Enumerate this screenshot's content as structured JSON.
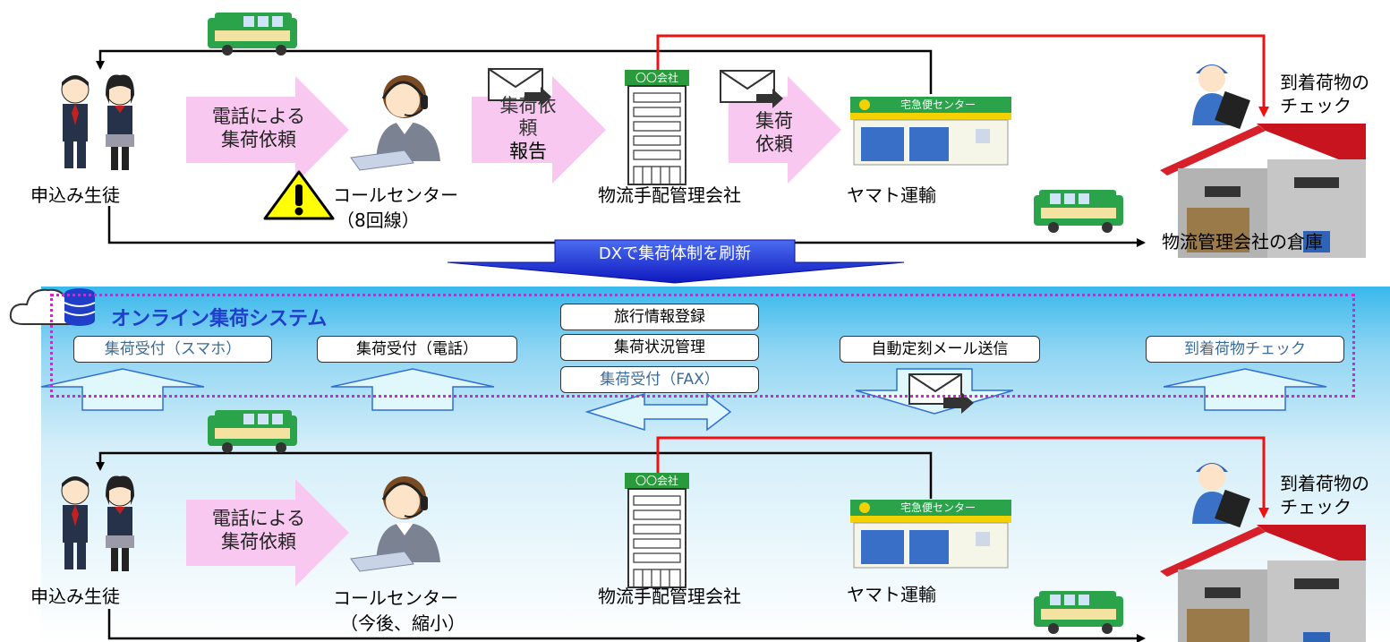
{
  "top_flow": {
    "students_label": "申込み生徒",
    "phone_request": [
      "電話による",
      "集荷依頼"
    ],
    "call_center": "コールセンター",
    "call_center_lines": "（8回線）",
    "pickup_request_report": [
      "集荷依",
      "頼",
      "報告"
    ],
    "logistics_company": "物流手配管理会社",
    "building_sign": "〇〇会社",
    "pickup_request": [
      "集荷",
      "依頼"
    ],
    "yamato": "ヤマト運輸",
    "arrival_check": [
      "到着荷物の",
      "チェック"
    ],
    "warehouse": "物流管理会社の倉庫",
    "shop_sign": "宅急便センター"
  },
  "banner": {
    "label": "DXで集荷体制を刷新"
  },
  "system": {
    "title": "オンライン集荷システム",
    "boxes": {
      "smartphone": "集荷受付（スマホ）",
      "phone": "集荷受付（電話）",
      "travel_info": "旅行情報登録",
      "status": "集荷状況管理",
      "fax": "集荷受付（FAX）",
      "auto_mail": "自動定刻メール送信",
      "arrival": "到着荷物チェック"
    }
  },
  "bottom_flow": {
    "students_label": "申込み生徒",
    "phone_request": [
      "電話による",
      "集荷依頼"
    ],
    "call_center": "コールセンター",
    "call_center_note": "（今後、縮小）",
    "logistics_company": "物流手配管理会社",
    "building_sign": "〇〇会社",
    "yamato": "ヤマト運輸",
    "arrival_check": [
      "到着荷物の",
      "チェック"
    ],
    "shop_sign": "宅急便センター"
  },
  "colors": {
    "red_line": "#ee1111",
    "pink_arrow": "#f9c8f1",
    "banner_blue": "#1b22d8",
    "dotted_border": "#e21dd4",
    "system_title": "#1f3fc9",
    "light_arrow": "#e0f7fb",
    "arrow_outline": "#2f6fd6"
  }
}
